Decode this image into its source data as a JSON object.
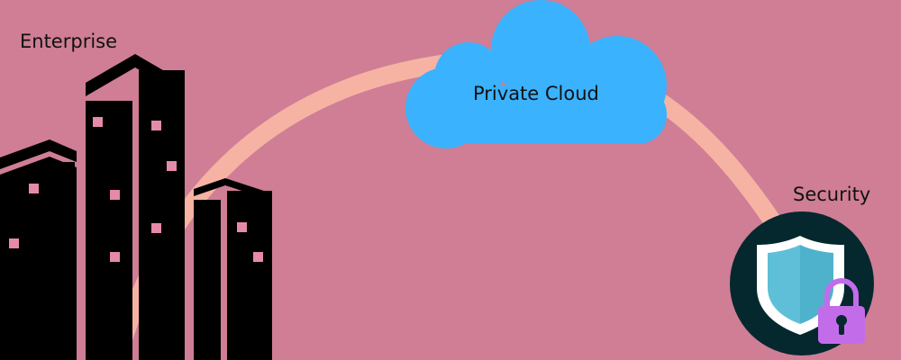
{
  "nodes": {
    "enterprise": {
      "label": "Enterprise",
      "icon": "office-buildings-icon"
    },
    "cloud": {
      "label": "Private Cloud",
      "icon": "cloud-icon"
    },
    "security": {
      "label": "Security",
      "icon": "shield-lock-icon"
    }
  },
  "colors": {
    "background": "#cf7e95",
    "arc": "#f6b3a3",
    "buildings": "#000000",
    "windows": "#e58aa8",
    "cloud": "#3bb2fd",
    "security_circle": "#04282e",
    "shield_light": "#5fbfd8",
    "shield_white": "#ffffff",
    "lock": "#c36cea"
  }
}
